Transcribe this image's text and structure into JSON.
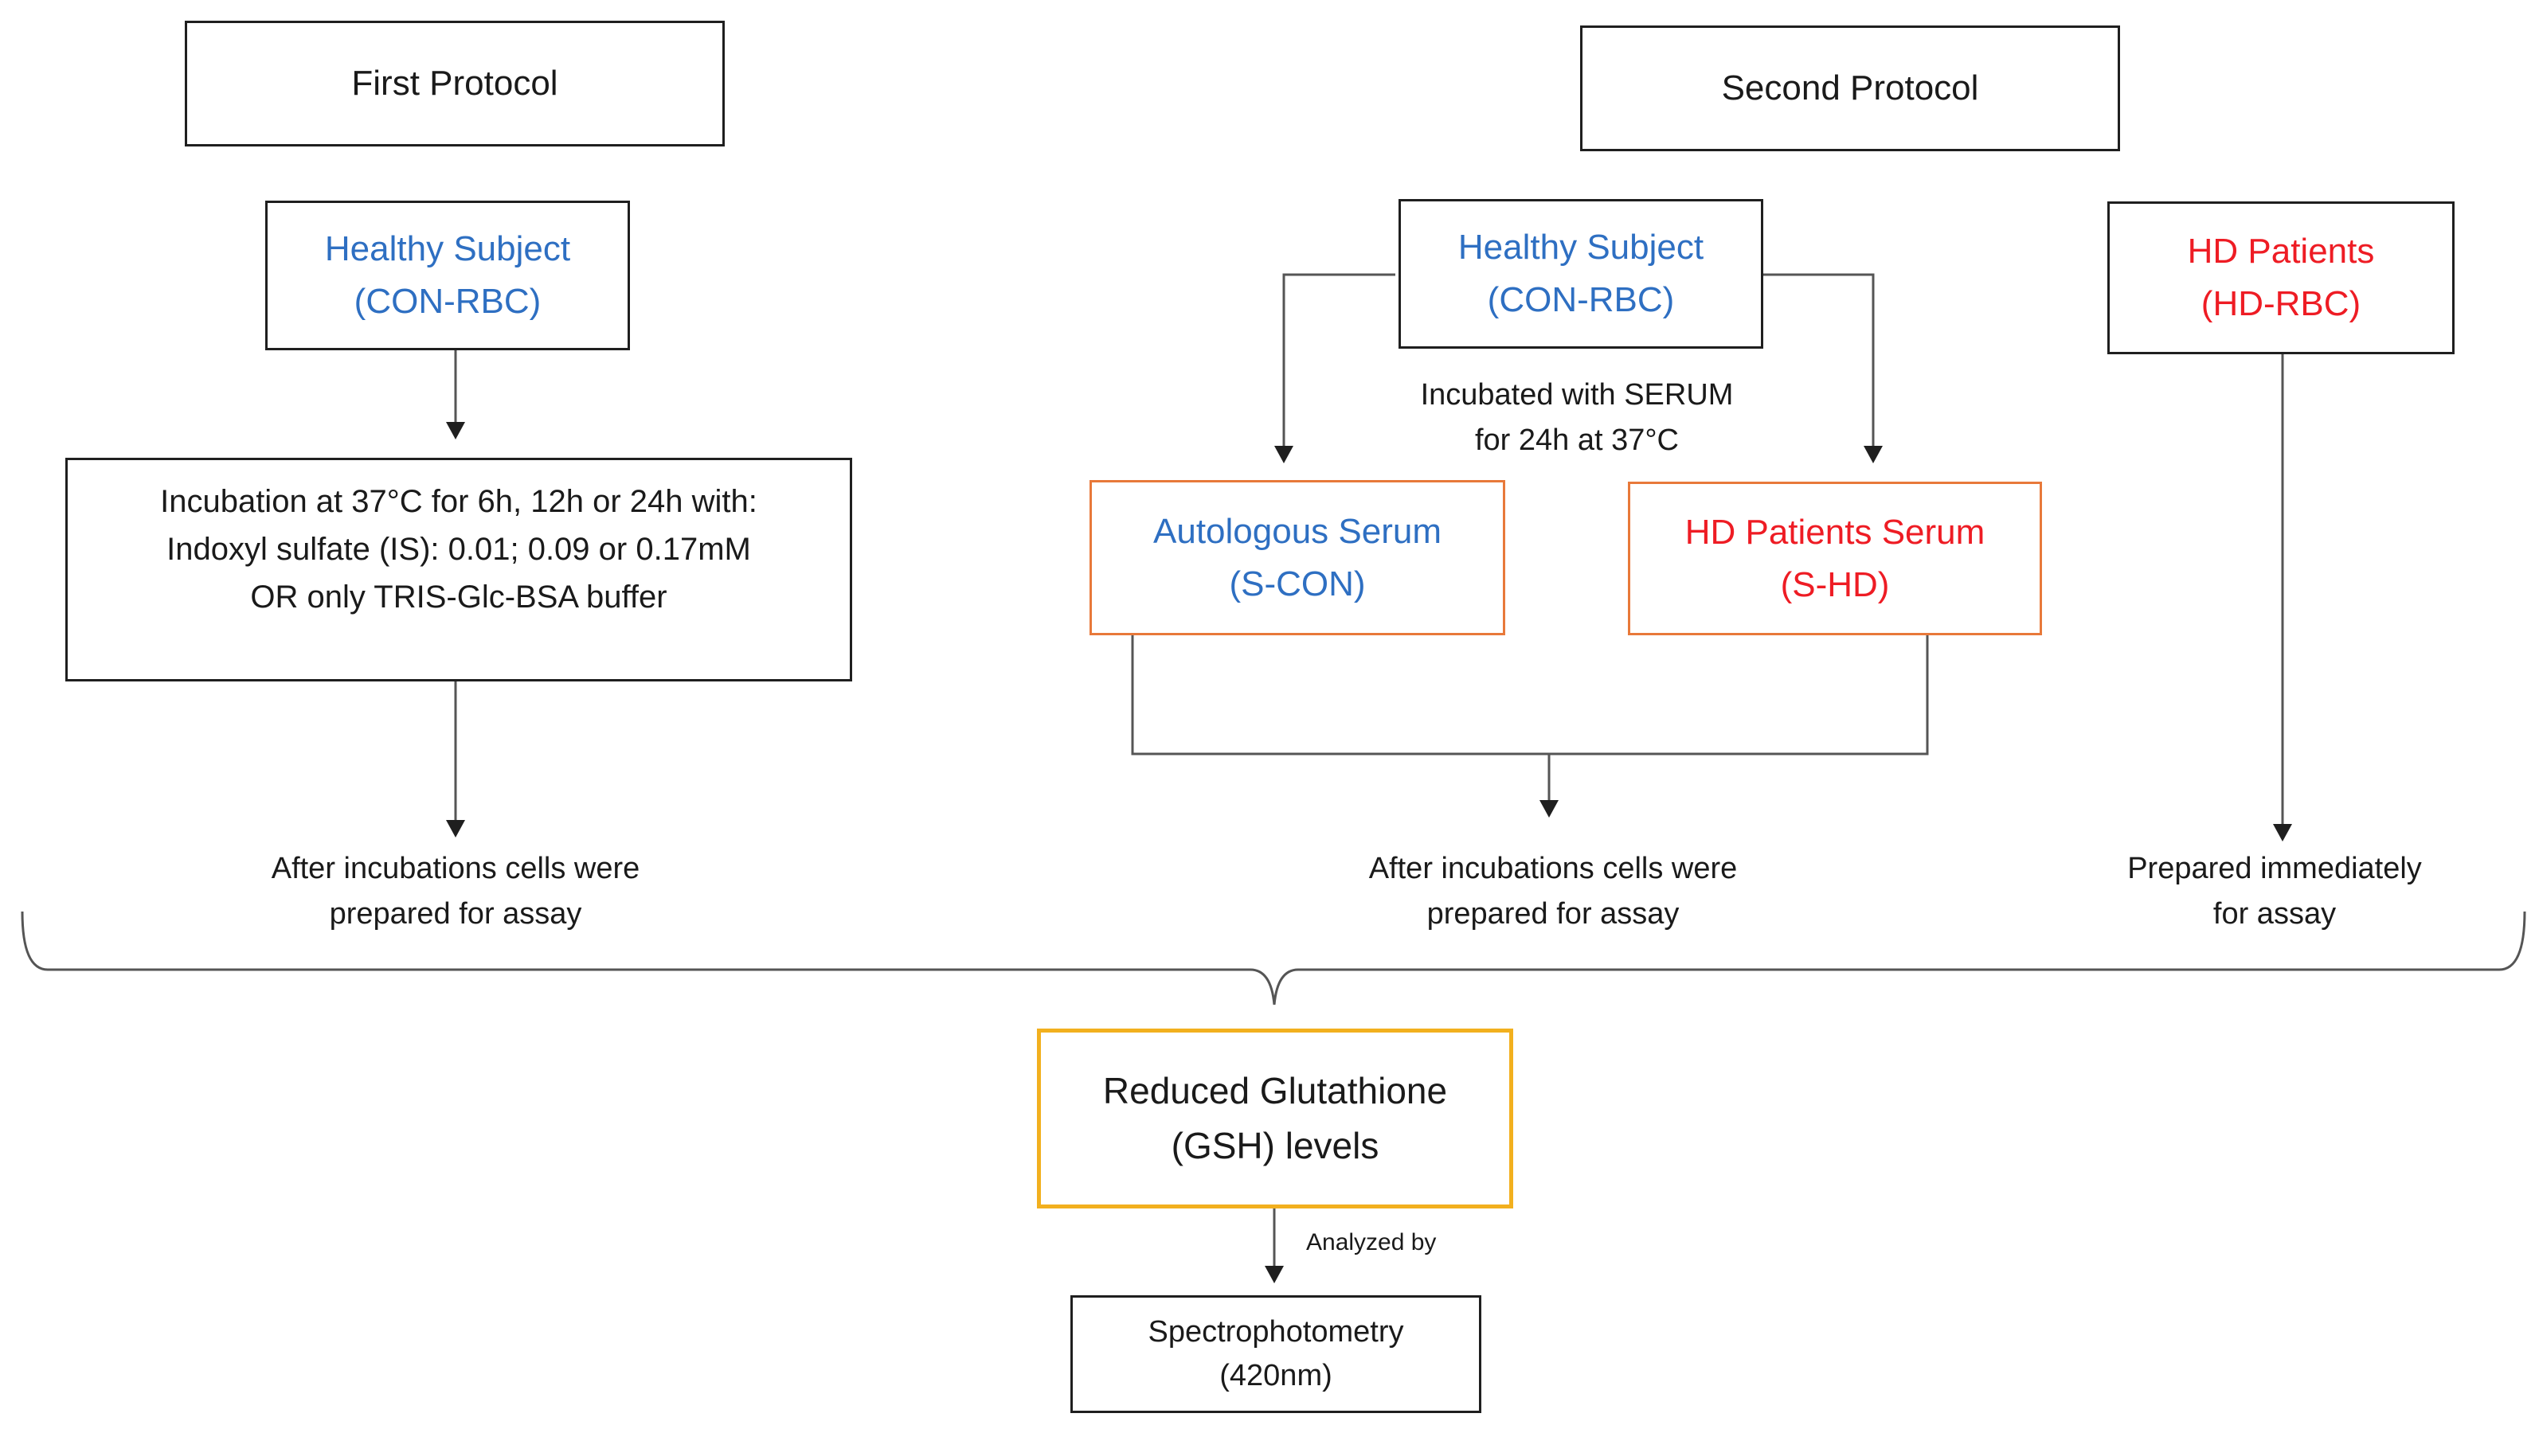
{
  "first_protocol": {
    "title": "First Protocol",
    "subject": [
      "Healthy Subject",
      "(CON-RBC)"
    ],
    "incubation": [
      "Incubation at 37°C for 6h, 12h or 24h with:",
      "Indoxyl sulfate (IS): 0.01; 0.09 or 0.17mM",
      "OR only TRIS-Glc-BSA buffer"
    ],
    "after": [
      "After incubations cells were",
      "prepared for assay"
    ]
  },
  "second_protocol": {
    "title": "Second Protocol",
    "subject": [
      "Healthy Subject",
      "(CON-RBC)"
    ],
    "incubated_note": [
      "Incubated with SERUM",
      "for 24h at 37°C"
    ],
    "autologous": [
      "Autologous Serum",
      "(S-CON)"
    ],
    "hd_serum": [
      "HD Patients Serum",
      "(S-HD)"
    ],
    "after": [
      "After incubations cells were",
      "prepared for assay"
    ],
    "hd_patients": [
      "HD Patients",
      "(HD-RBC)"
    ],
    "prepared": [
      "Prepared immediately",
      "for assay"
    ]
  },
  "result": {
    "gsh": [
      "Reduced Glutathione",
      "(GSH) levels"
    ],
    "analyzed_by": "Analyzed by",
    "method": [
      "Spectrophotometry",
      "(420nm)"
    ]
  },
  "colors": {
    "healthy": "#2e6fc2",
    "hd": "#ee1c24",
    "serum_border": "#e8793a",
    "result_border": "#f2b01e"
  }
}
